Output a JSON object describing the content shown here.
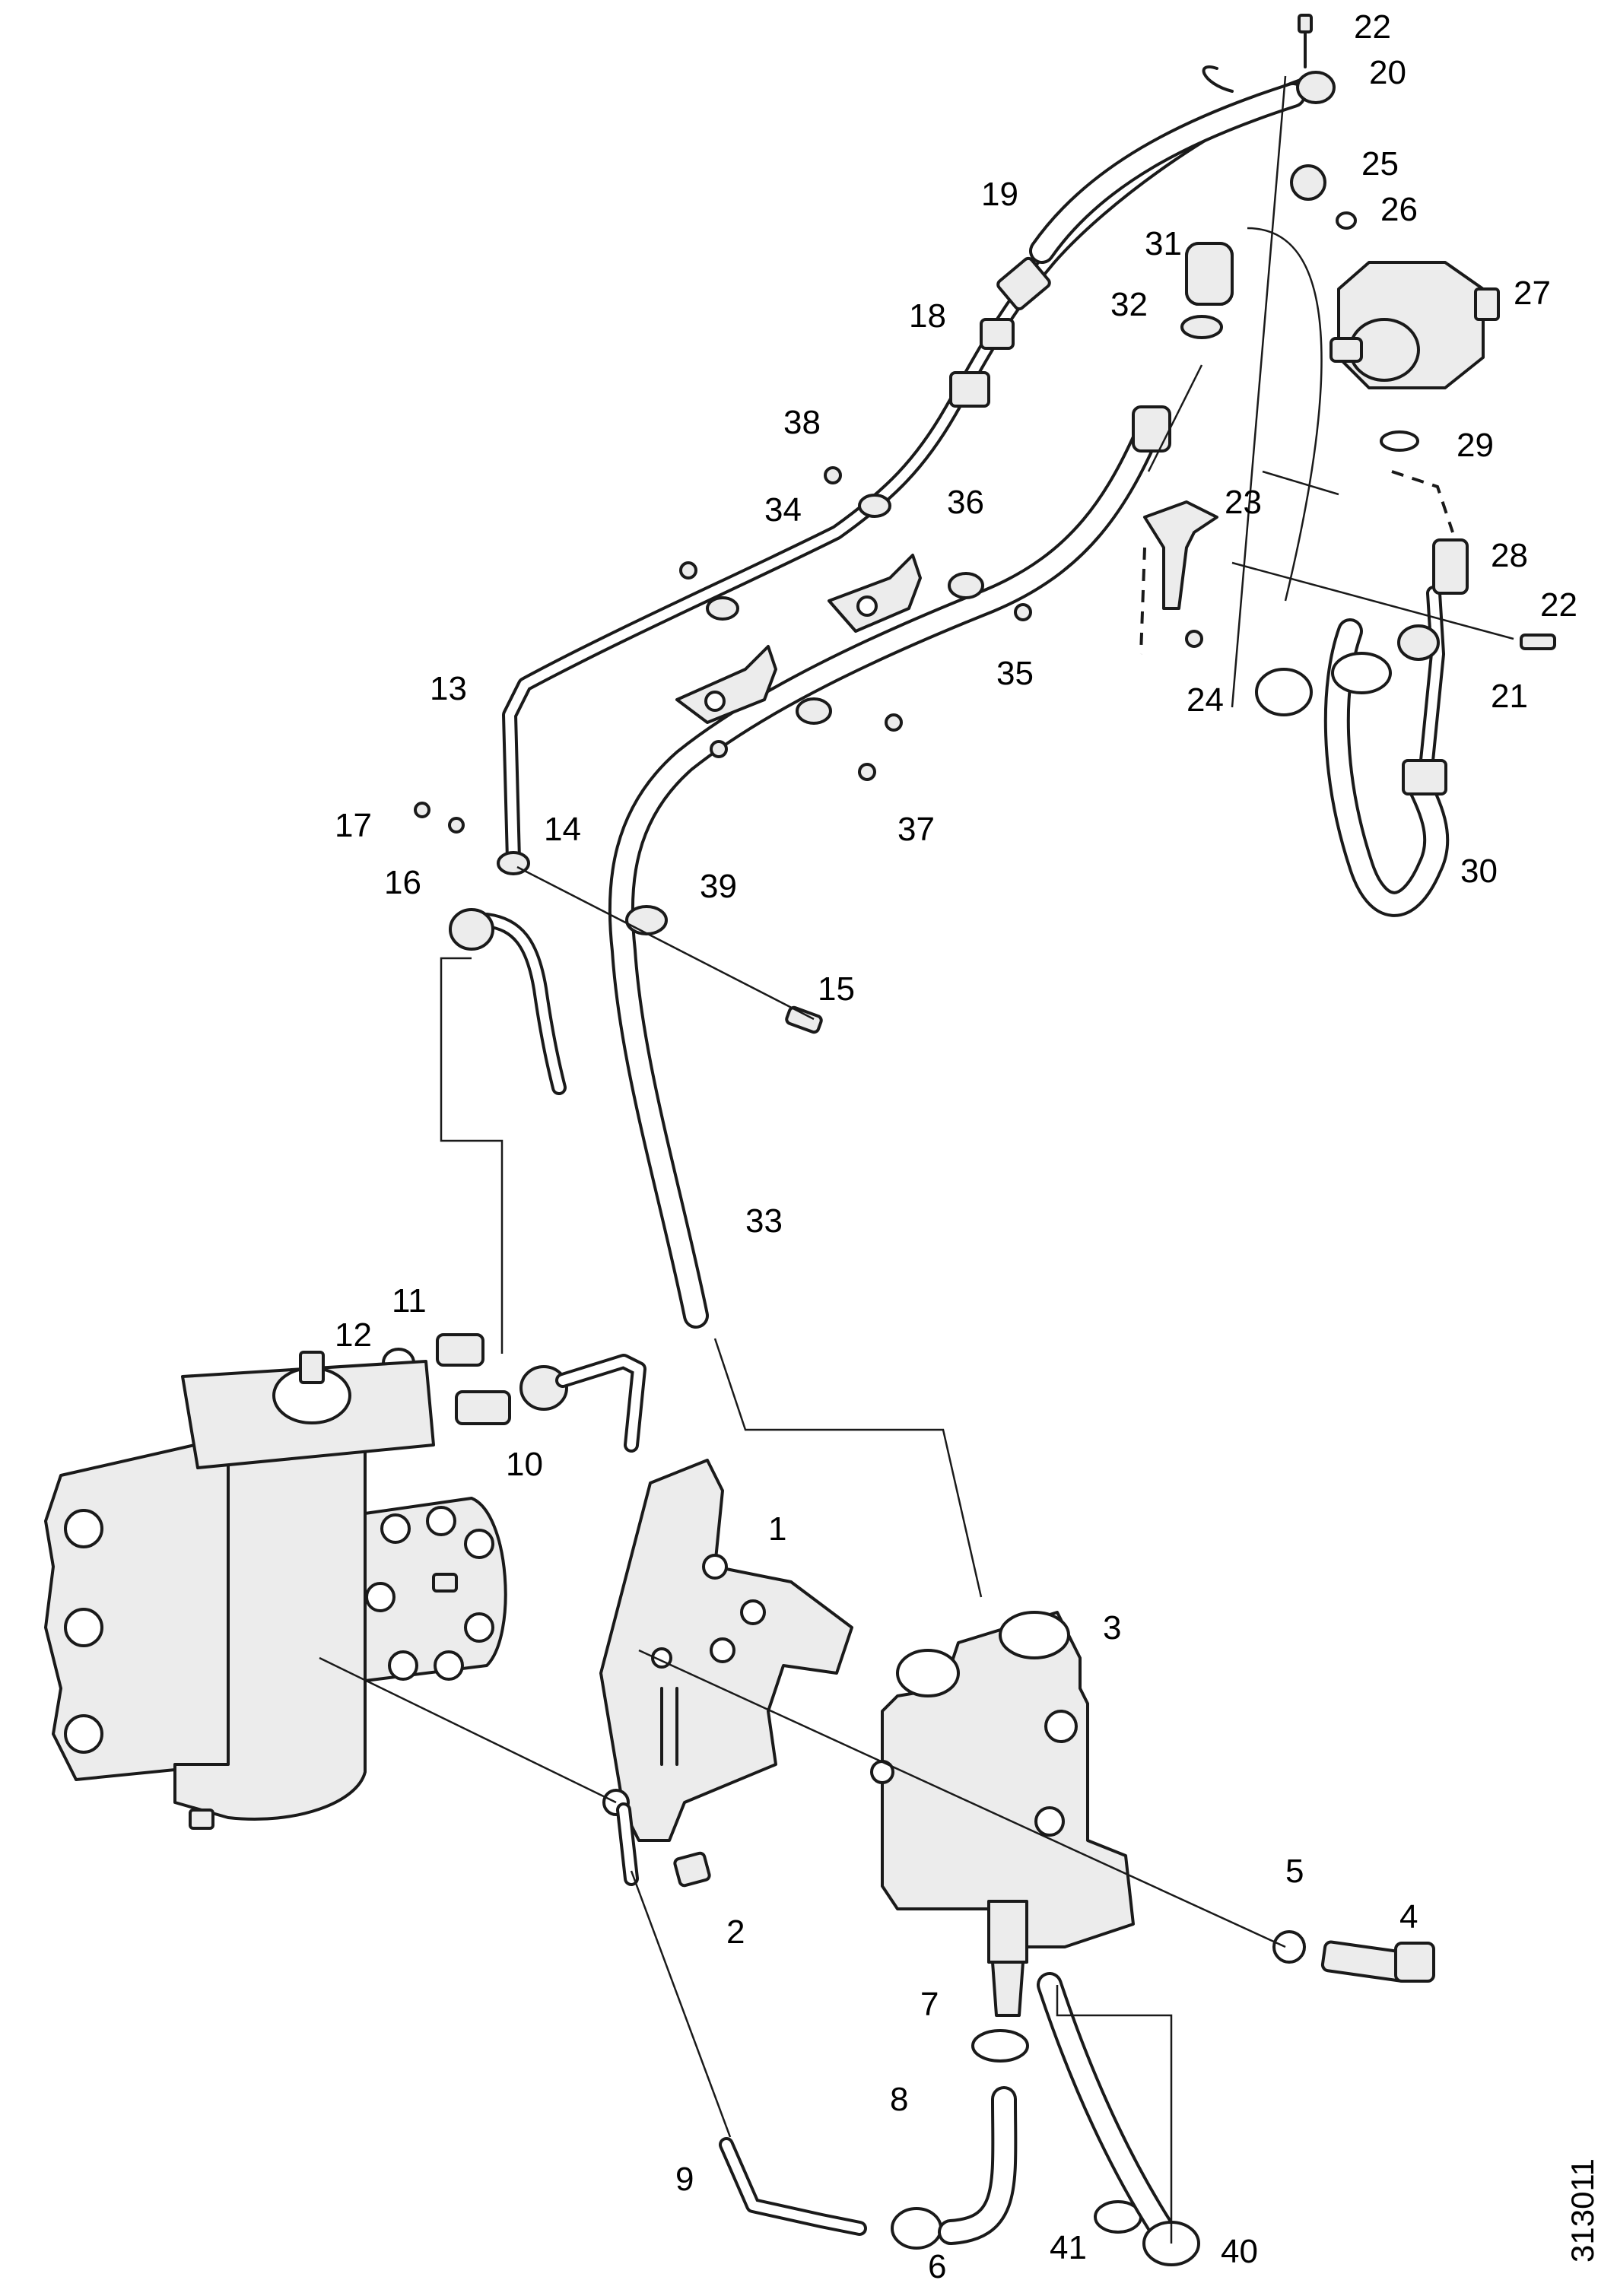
{
  "figure_ref": "313011",
  "callouts": {
    "c1": "1",
    "c2": "2",
    "c3": "3",
    "c4": "4",
    "c5": "5",
    "c6": "6",
    "c7": "7",
    "c8": "8",
    "c9": "9",
    "c10": "10",
    "c11": "11",
    "c12": "12",
    "c13": "13",
    "c14": "14",
    "c15": "15",
    "c16": "16",
    "c17": "17",
    "c18": "18",
    "c19": "19",
    "c20": "20",
    "c21": "21",
    "c22a": "22",
    "c22b": "22",
    "c23": "23",
    "c24": "24",
    "c25": "25",
    "c26": "26",
    "c27": "27",
    "c28": "28",
    "c29": "29",
    "c30": "30",
    "c31": "31",
    "c32": "32",
    "c33": "33",
    "c34": "34",
    "c35": "35",
    "c36": "36",
    "c37": "37",
    "c38": "38",
    "c39": "39",
    "c40": "40",
    "c41": "41"
  }
}
